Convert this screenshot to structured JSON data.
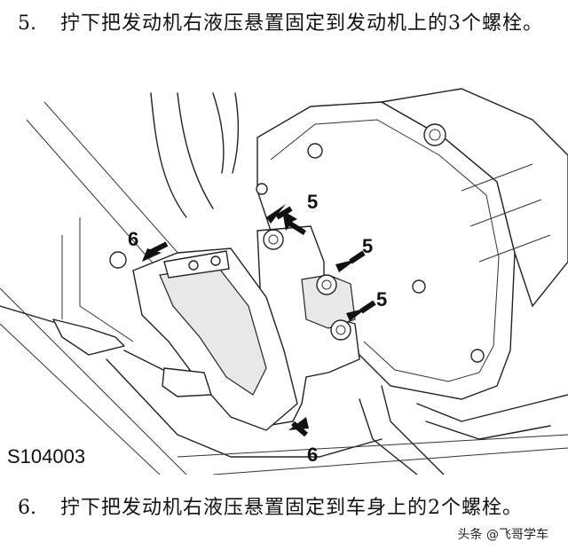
{
  "steps": [
    {
      "number": "5.",
      "text": "拧下把发动机右液压悬置固定到发动机上的3个螺栓。"
    },
    {
      "number": "6.",
      "text": "拧下把发动机右液压悬置固定到车身上的2个螺栓。"
    }
  ],
  "figure": {
    "id": "S104003",
    "callouts": [
      "5",
      "5",
      "5",
      "6",
      "6"
    ]
  },
  "watermark": "头条 @飞哥学车"
}
